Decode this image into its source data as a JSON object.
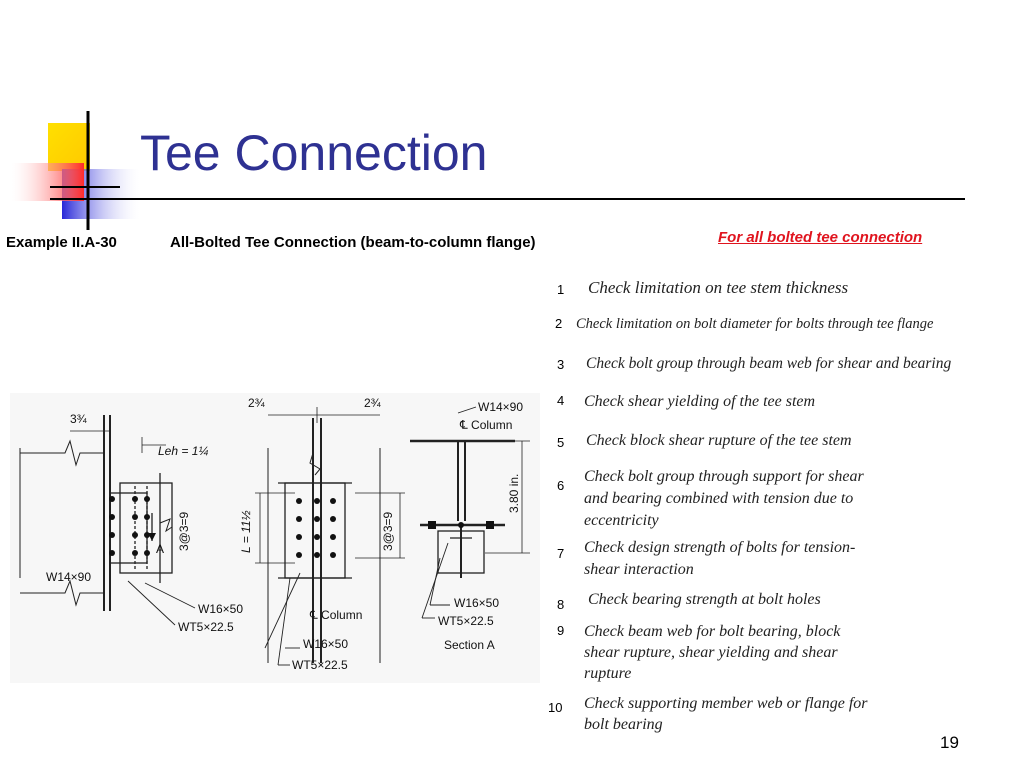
{
  "slide": {
    "title": "Tee Connection",
    "page_number": "19"
  },
  "example": {
    "number": "Example II.A-30",
    "title": "All-Bolted Tee Connection (beam-to-column flange)"
  },
  "note": "For all bolted tee connection",
  "checks": [
    {
      "num": "1",
      "lines": [
        "Check limitation on tee stem thickness"
      ]
    },
    {
      "num": "2",
      "lines": [
        "Check limitation on bolt diameter for bolts through tee flange"
      ]
    },
    {
      "num": "3",
      "lines": [
        "Check bolt group through beam web for shear and bearing"
      ]
    },
    {
      "num": "4",
      "lines": [
        "Check shear yielding of the tee stem"
      ]
    },
    {
      "num": "5",
      "lines": [
        "Check block shear rupture of the tee stem"
      ]
    },
    {
      "num": "6",
      "lines": [
        "Check bolt group through support for shear",
        "and bearing combined with tension due to",
        "eccentricity"
      ]
    },
    {
      "num": "7",
      "lines": [
        "Check design strength of bolts for tension-",
        "shear interaction"
      ]
    },
    {
      "num": "8",
      "lines": [
        "Check bearing strength at bolt holes"
      ]
    },
    {
      "num": "9",
      "lines": [
        "Check beam web for bolt bearing, block",
        "shear rupture, shear yielding and shear",
        "rupture"
      ]
    },
    {
      "num": "10",
      "lines": [
        "Check supporting member web or flange for",
        "bolt bearing"
      ]
    }
  ],
  "drawing": {
    "dim_3_3_4": "3¾",
    "dim_2_3_4": "2¾",
    "leh_label": "Leh = 1¼",
    "bolt_spacing": "3@3=9",
    "length_label": "L = 11½",
    "height_label": "3.80 in.",
    "column_shape": "W14×90",
    "beam_shape": "W16×50",
    "tee_shape": "WT5×22.5",
    "column_cl": "℄ Column",
    "section_mark": "A",
    "section_label": "Section A"
  },
  "colors": {
    "title": "#2e3192",
    "note": "#e0141e",
    "deco_yellow": "#ffd600",
    "deco_blue": "#3030e0",
    "deco_red": "#ff3030"
  }
}
